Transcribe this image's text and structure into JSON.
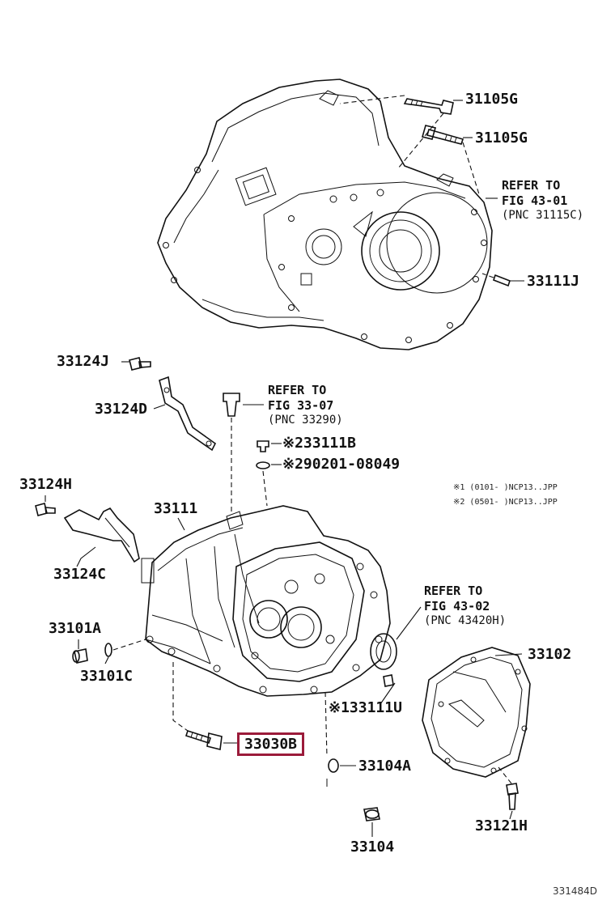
{
  "diagram": {
    "parts": {
      "p31105g_a": "31105G",
      "p31105g_b": "31105G",
      "p33111j": "33111J",
      "p33124j": "33124J",
      "p33124d": "33124D",
      "p33111b": "※233111B",
      "p290201": "※290201-08049",
      "p33124h": "33124H",
      "p33111": "33111",
      "p33124c": "33124C",
      "p33101a": "33101A",
      "p33101c": "33101C",
      "p33102": "33102",
      "p33111u": "※133111U",
      "p33030b": "33030B",
      "p33104a": "33104A",
      "p33121h": "33121H",
      "p33104": "33104"
    },
    "refs": {
      "r1": {
        "title": "REFER TO",
        "fig": "FIG 43-01",
        "pnc": "(PNC 31115C)"
      },
      "r2": {
        "title": "REFER TO",
        "fig": "FIG 33-07",
        "pnc": "(PNC 33290)"
      },
      "r3": {
        "title": "REFER TO",
        "fig": "FIG 43-02",
        "pnc": "(PNC 43420H)"
      }
    },
    "notes": {
      "n1": "※1 (0101-      )NCP13..JPP",
      "n2": "※2 (0501-      )NCP13..JPP"
    },
    "highlight_color": "#9b1b3a",
    "figure_id": "331484D"
  }
}
